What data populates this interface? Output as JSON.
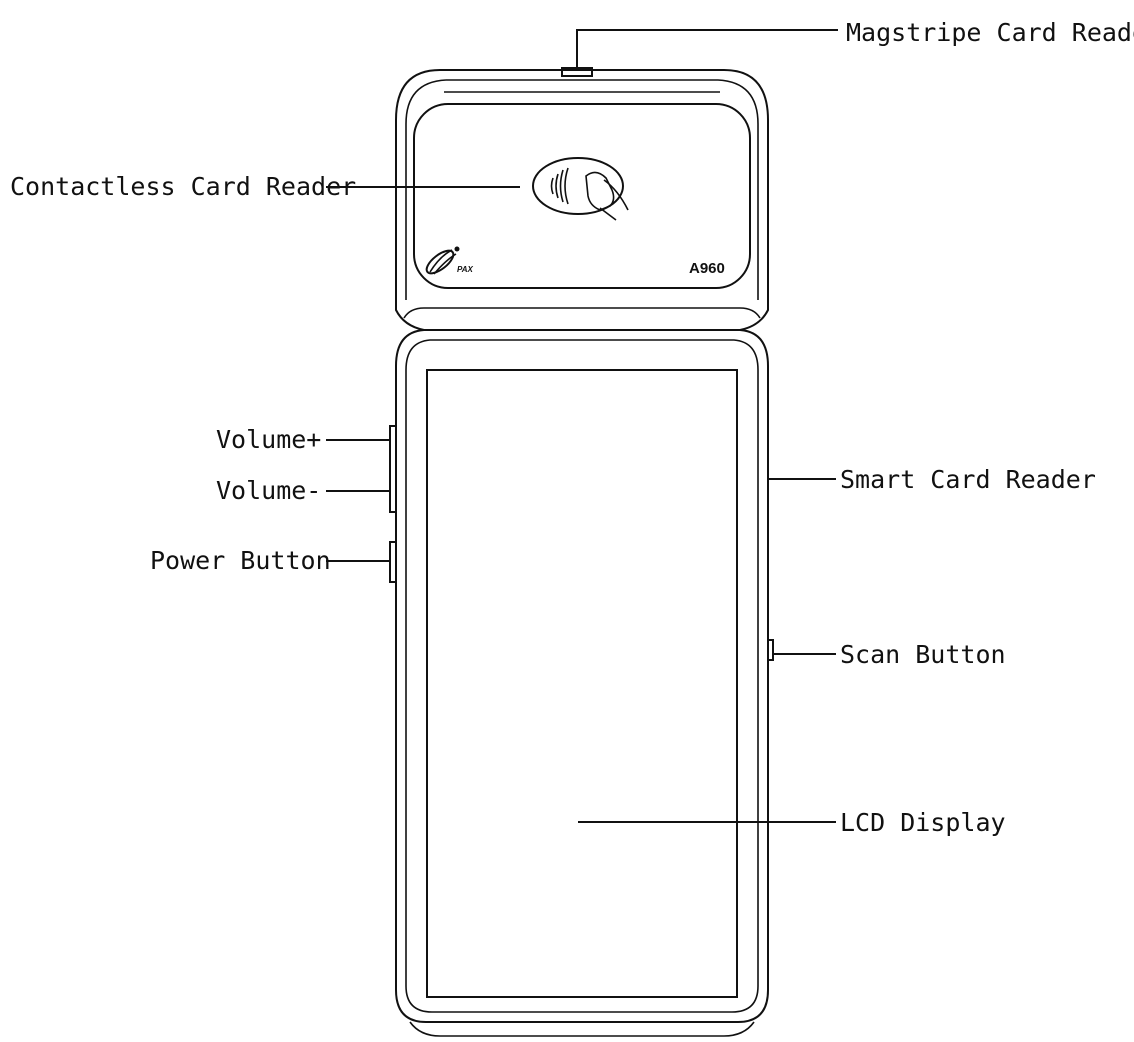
{
  "device": {
    "model": "A960",
    "logo_text": "PAX"
  },
  "callouts": {
    "magstripe": "Magstripe Card Reader",
    "contactless": "Contactless Card Reader",
    "volume_up": "Volume+",
    "volume_down": "Volume-",
    "power": "Power Button",
    "smart_card": "Smart Card Reader",
    "scan": "Scan Button",
    "lcd": "LCD Display"
  },
  "icons": {
    "contactless": "contactless-payment-icon",
    "logo": "pax-logo-icon"
  },
  "colors": {
    "line": "#111111",
    "background": "#ffffff"
  }
}
